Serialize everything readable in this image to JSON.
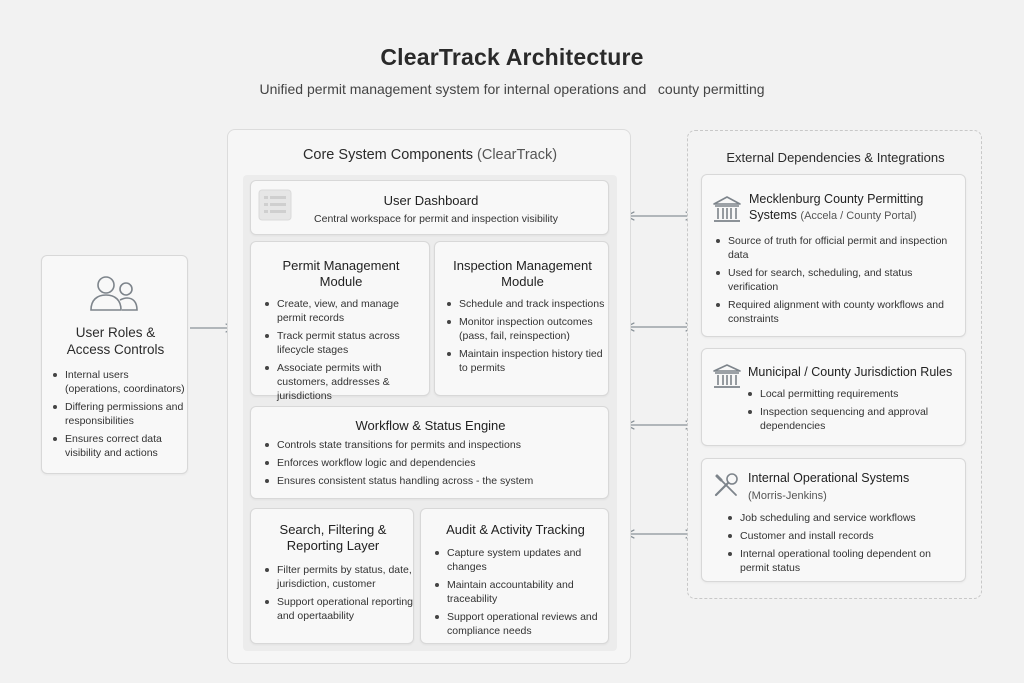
{
  "title": "ClearTrack Architecture",
  "subtitle": "Unified permit management system for internal operations and   county permitting",
  "user_roles": {
    "heading_line1": "User Roles &",
    "heading_line2": "Access Controls",
    "items": [
      "Internal users (operations, coordinators)",
      "Differing permissions and responsibilities",
      "Ensures correct data visibility and actions"
    ]
  },
  "core": {
    "title": "Core System Components",
    "title_paren": "(ClearTrack)",
    "dashboard": {
      "title": "User Dashboard",
      "desc": "Central workspace for permit and inspection visibility"
    },
    "permit": {
      "title_line1": "Permit Management",
      "title_line2": "Module",
      "items": [
        "Create, view, and manage permit records",
        "Track permit status across lifecycle stages",
        "Associate permits with customers, addresses & jurisdictions"
      ]
    },
    "inspection": {
      "title_line1": "Inspection Management",
      "title_line2": "Module",
      "items": [
        "Schedule and track inspections",
        "Monitor inspection outcomes (pass, fail, reinspection)",
        "Maintain inspection history tied to permits"
      ]
    },
    "workflow": {
      "title": "Workflow & Status Engine",
      "items": [
        "Controls state transitions for permits and inspections",
        "Enforces workflow logic and dependencies",
        "Ensures consistent status handling across - the system"
      ]
    },
    "search": {
      "title_line1": "Search, Filtering &",
      "title_line2": "Reporting Layer",
      "items": [
        "Filter permits by status, date, jurisdiction, customer",
        "Support operational reporting and opertaability"
      ]
    },
    "audit": {
      "title": "Audit & Activity Tracking",
      "items": [
        "Capture system updates and changes",
        "Maintain accountability and traceability",
        "Support operational reviews and compliance needs"
      ]
    }
  },
  "external": {
    "title": "External Dependencies & Integrations",
    "mecklenburg": {
      "title_line1": "Mecklenburg County Permitting",
      "title_line2": "Systems",
      "title_paren": "(Accela / County Portal)",
      "icon": "building-columns-icon",
      "items": [
        "Source of truth for official permit and inspection data",
        "Used for search, scheduling, and status verification",
        "Required alignment with county workflows and constraints"
      ]
    },
    "municipal": {
      "title": "Municipal / County Jurisdiction Rules",
      "icon": "building-columns-icon",
      "items": [
        "Local permitting requirements",
        "Inspection sequencing and approval dependencies"
      ]
    },
    "internal_ops": {
      "title": "Internal Operational Systems",
      "title_paren": "(Morris-Jenkins)",
      "icon": "wrench-screwdriver-icon",
      "items": [
        "Job scheduling and service workflows",
        "Customer and install records",
        "Internal operational tooling dependent on permit status"
      ]
    }
  }
}
